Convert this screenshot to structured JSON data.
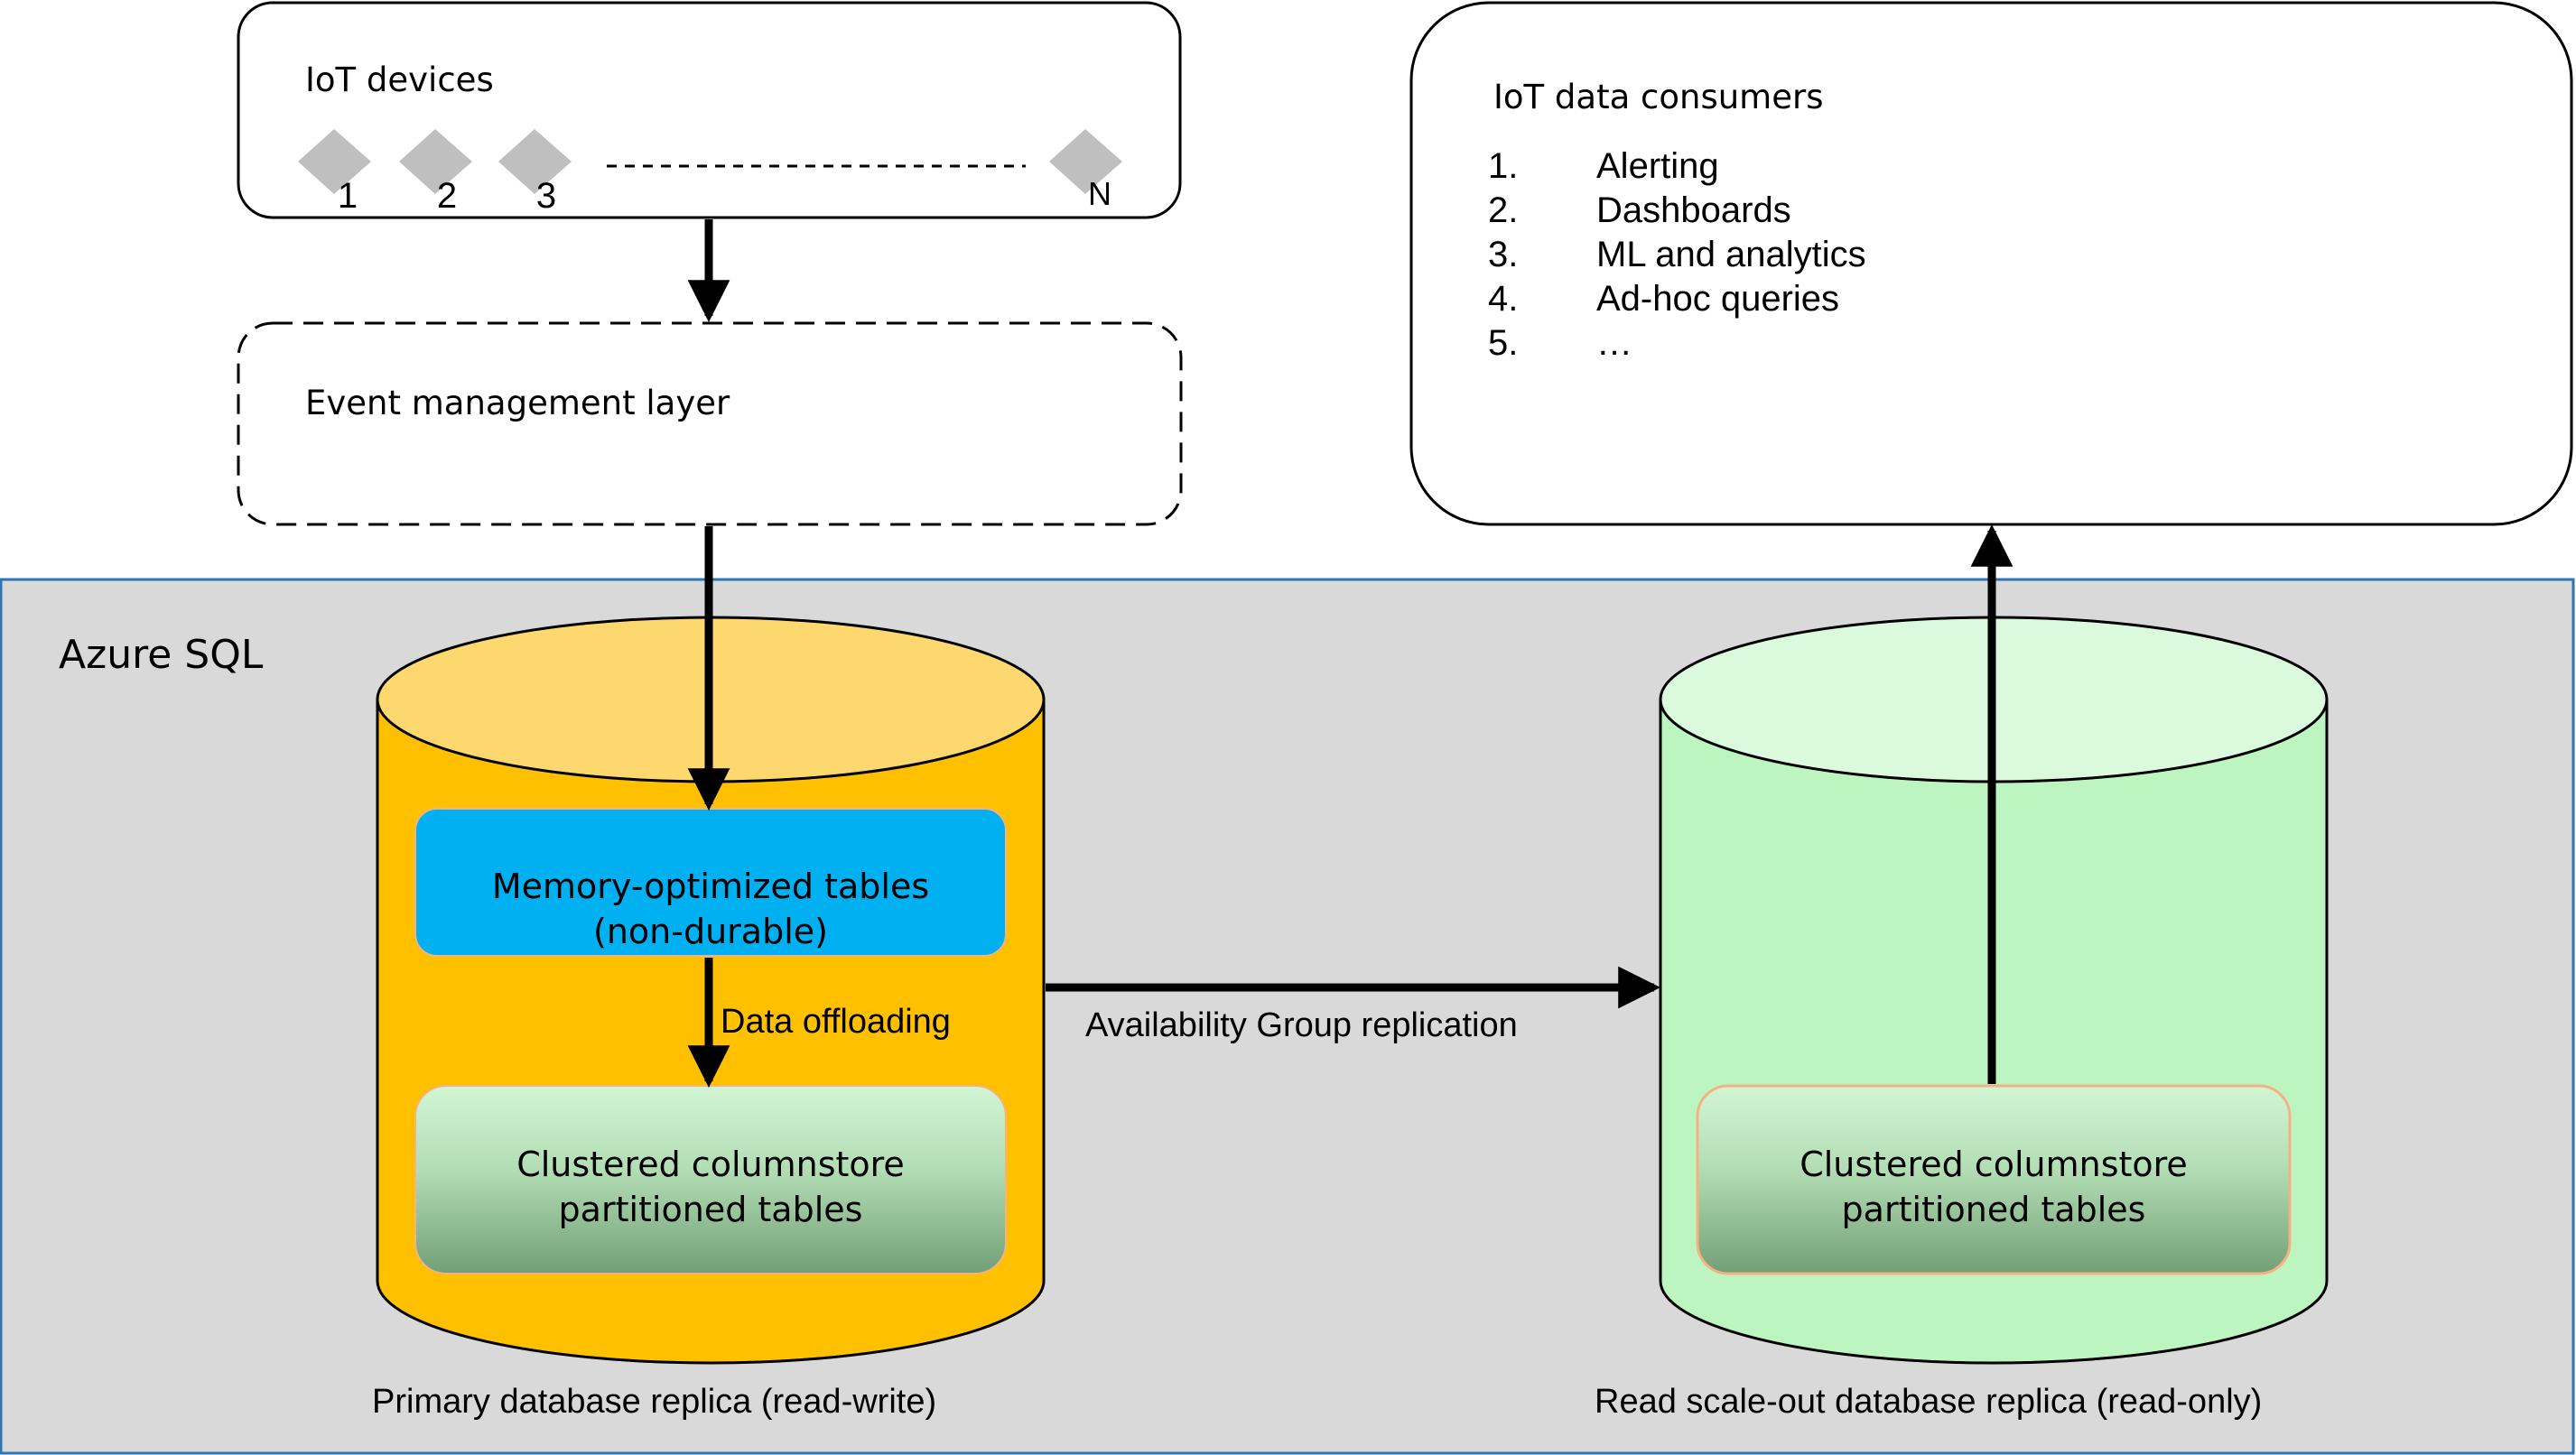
{
  "iot_devices": {
    "title": "IoT devices",
    "device_labels": [
      "1",
      "2",
      "3",
      "N"
    ]
  },
  "event_layer": {
    "title": "Event management layer"
  },
  "consumers": {
    "title": "IoT data consumers",
    "items": [
      {
        "num": "1.",
        "label": "Alerting"
      },
      {
        "num": "2.",
        "label": "Dashboards"
      },
      {
        "num": "3.",
        "label": "ML and analytics"
      },
      {
        "num": "4.",
        "label": "Ad-hoc queries"
      },
      {
        "num": "5.",
        "label": "…"
      }
    ]
  },
  "azure": {
    "title": "Azure SQL"
  },
  "primary": {
    "memory_line1": "Memory-optimized tables",
    "memory_line2": "(non-durable)",
    "offload_label": "Data offloading",
    "columnstore_line1": "Clustered columnstore",
    "columnstore_line2": "partitioned tables",
    "caption": "Primary database replica (read-write)"
  },
  "replication": {
    "label": "Availability Group replication"
  },
  "secondary": {
    "columnstore_line1": "Clustered columnstore",
    "columnstore_line2": "partitioned tables",
    "caption": "Read scale-out database replica (read-only)"
  },
  "colors": {
    "primary_cylinder": "#FFC000",
    "primary_cylinder_top": "#FDD86E",
    "secondary_cylinder": "#BDF5C1",
    "secondary_cylinder_top": "#DBF9DD",
    "memory_table": "#00B0F0",
    "azure_bg": "#D9D9D9",
    "azure_border": "#2E75B6",
    "orange_border": "#F4B183"
  }
}
